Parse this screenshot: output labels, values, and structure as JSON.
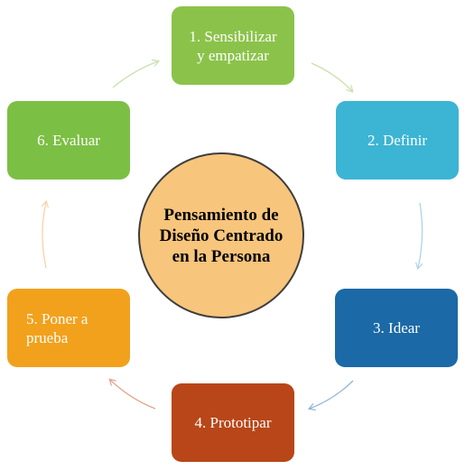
{
  "diagram": {
    "center": {
      "title": "Pensamiento de Diseño Centrado en la Persona"
    },
    "steps": [
      {
        "label_line1": "1. Sensibilizar",
        "label_line2": "y empatizar",
        "color": "#8bc34a"
      },
      {
        "label_line1": "2. Definir",
        "label_line2": "",
        "color": "#3cb4d4"
      },
      {
        "label_line1": "3. Idear",
        "label_line2": "",
        "color": "#1b69a6"
      },
      {
        "label_line1": "4. Prototipar",
        "label_line2": "",
        "color": "#b84618"
      },
      {
        "label_line1": "5. Poner a",
        "label_line2": "prueba",
        "color": "#f2a11c"
      },
      {
        "label_line1": "6. Evaluar",
        "label_line2": "",
        "color": "#7cbf45"
      }
    ],
    "arrow_colors": [
      "#c9dfa8",
      "#a9d6e8",
      "#8fb3d6",
      "#e2a48c",
      "#f7d3a4",
      "#c9e0b0"
    ]
  }
}
